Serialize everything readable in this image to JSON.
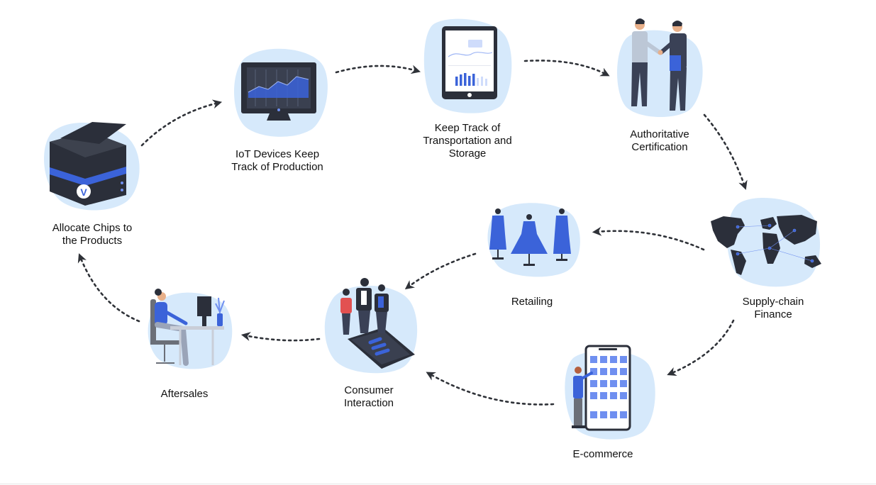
{
  "colors": {
    "blob": "#d6e9fb",
    "accent": "#3b63d9",
    "dark": "#2b2f3a",
    "arrow": "#2f3238"
  },
  "steps": [
    {
      "id": "allocate",
      "icon": "chip-scanner-icon",
      "lines": [
        "Allocate Chips to",
        "the Products"
      ]
    },
    {
      "id": "iot",
      "icon": "monitor-chart-icon",
      "lines": [
        "IoT Devices Keep",
        "Track of Production"
      ]
    },
    {
      "id": "transport",
      "icon": "tablet-dashboard-icon",
      "lines": [
        "Keep Track of",
        "Transportation and",
        "Storage"
      ]
    },
    {
      "id": "cert",
      "icon": "handshake-icon",
      "lines": [
        "Authoritative",
        "Certification"
      ]
    },
    {
      "id": "finance",
      "icon": "world-map-icon",
      "lines": [
        "Supply-chain",
        "Finance"
      ]
    },
    {
      "id": "ecommerce",
      "icon": "shopping-app-icon",
      "lines": [
        "E-commerce"
      ]
    },
    {
      "id": "retail",
      "icon": "dress-mannequin-icon",
      "lines": [
        "Retailing"
      ]
    },
    {
      "id": "consumer",
      "icon": "people-phone-icon",
      "lines": [
        "Consumer",
        "Interaction"
      ]
    },
    {
      "id": "aftersales",
      "icon": "desk-worker-icon",
      "lines": [
        "Aftersales"
      ]
    }
  ]
}
